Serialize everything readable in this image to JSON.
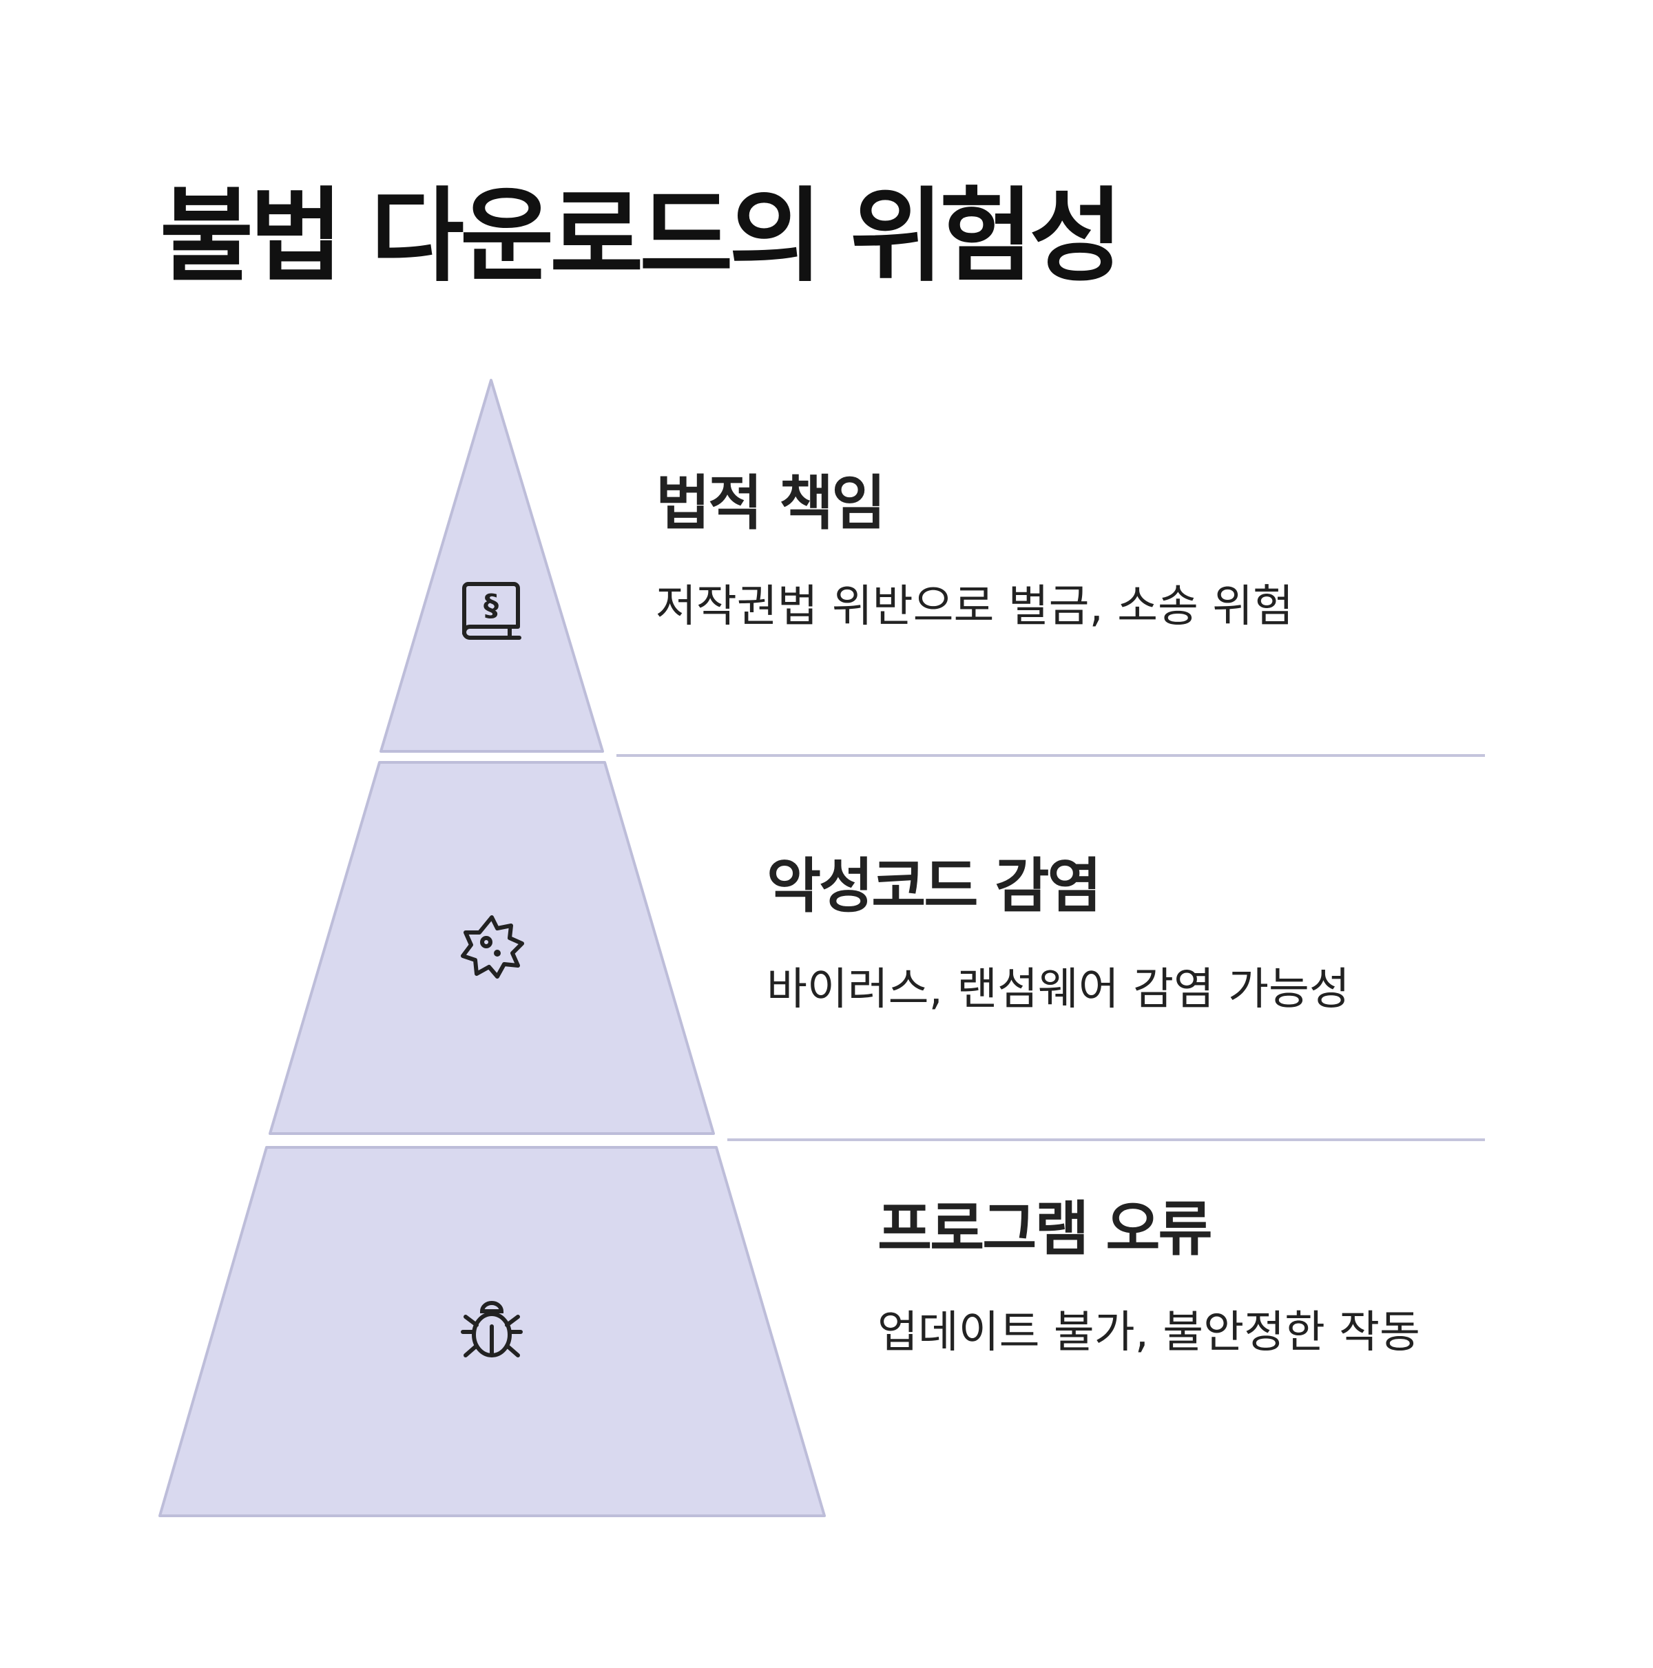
{
  "title": "불법 다운로드의 위험성",
  "colors": {
    "fill": "#d9d9ef",
    "stroke": "#bdbdd9",
    "text": "#222222"
  },
  "tiers": [
    {
      "heading": "법적 책임",
      "description": "저작권법 위반으로 벌금, 소송 위험",
      "icon": "law-book-icon"
    },
    {
      "heading": "악성코드 감염",
      "description": "바이러스, 랜섬웨어 감염 가능성",
      "icon": "virus-icon"
    },
    {
      "heading": "프로그램 오류",
      "description": "업데이트 불가, 불안정한 작동",
      "icon": "bug-icon"
    }
  ]
}
